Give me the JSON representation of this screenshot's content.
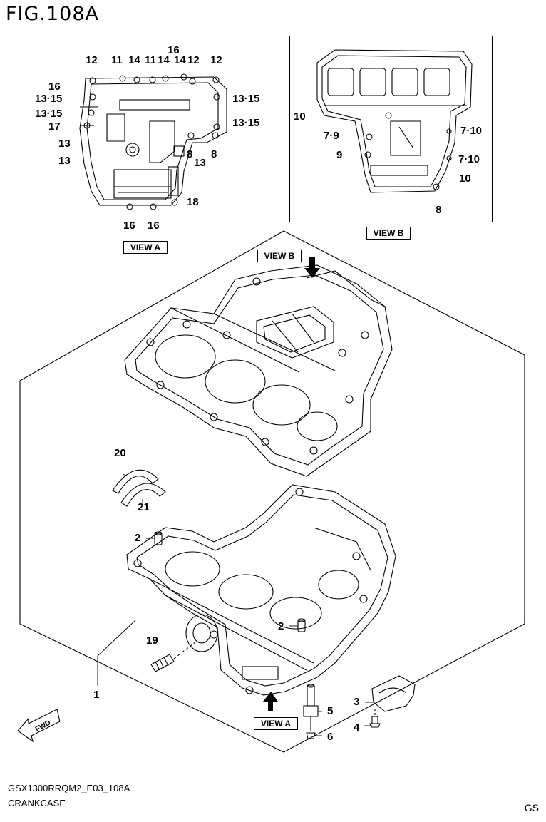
{
  "figure": {
    "title": "FIG.108A",
    "view_a_label": "VIEW A",
    "view_b_label": "VIEW B",
    "fwd_label": "FWD"
  },
  "view_a_callouts": [
    "12",
    "11",
    "14",
    "11",
    "14",
    "16",
    "14",
    "12",
    "12",
    "16",
    "13·15",
    "13·15",
    "13·15",
    "13·15",
    "17",
    "13",
    "13",
    "8",
    "8",
    "13",
    "18",
    "16",
    "16"
  ],
  "view_b_callouts": [
    "10",
    "7·9",
    "9",
    "7·10",
    "7·10",
    "10",
    "8"
  ],
  "main_callouts": [
    "20",
    "21",
    "2",
    "2",
    "19",
    "1",
    "3",
    "4",
    "5",
    "6"
  ],
  "footer": {
    "model_code": "GSX1300RRQM2_E03_108A",
    "part_name": "CRANKCASE",
    "region_code": "GS"
  }
}
